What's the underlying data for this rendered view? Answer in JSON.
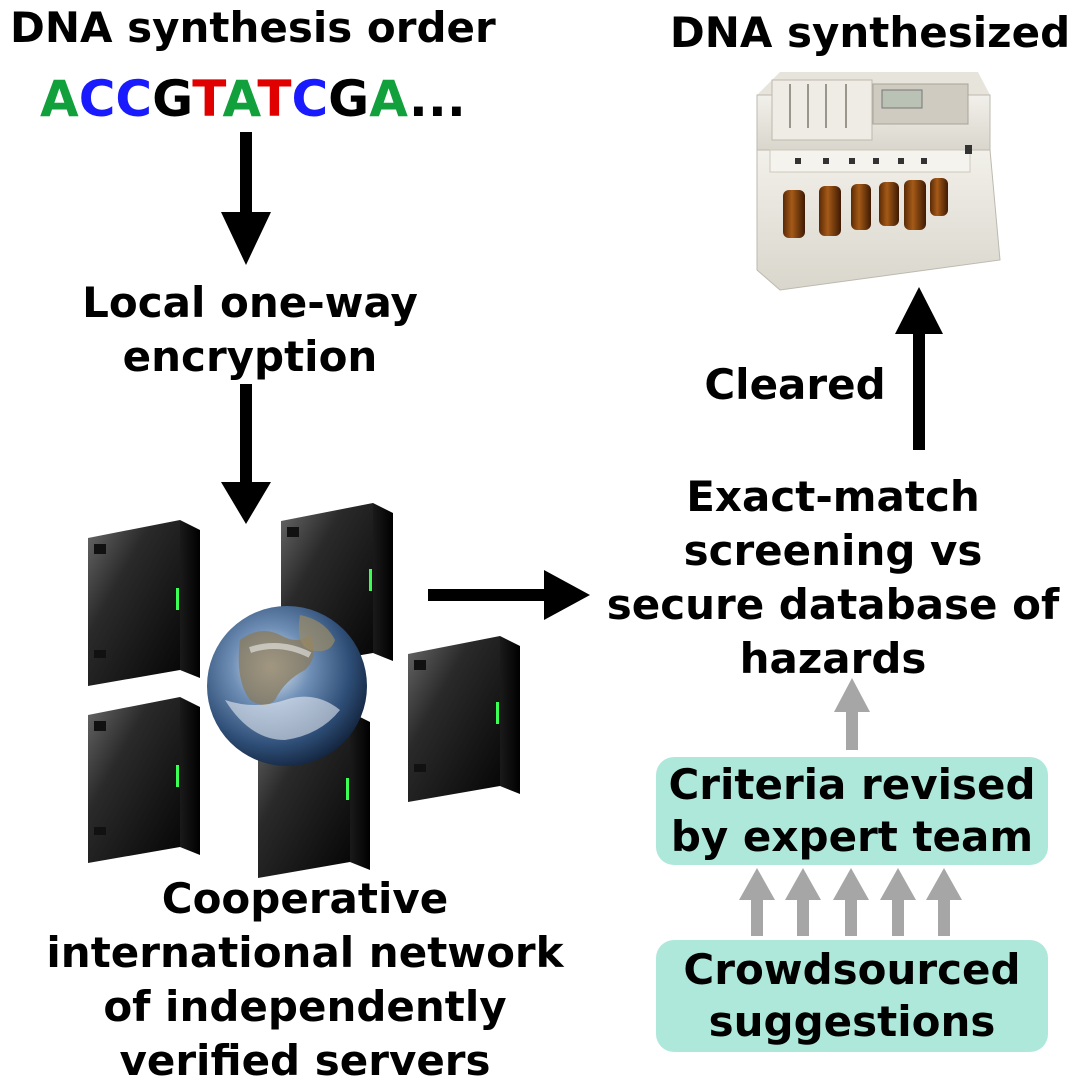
{
  "order_title": "DNA synthesis order",
  "sequence": [
    {
      "base": "A",
      "color": "#12a03c"
    },
    {
      "base": "C",
      "color": "#1a1aff"
    },
    {
      "base": "C",
      "color": "#1a1aff"
    },
    {
      "base": "G",
      "color": "#000000"
    },
    {
      "base": "T",
      "color": "#e00000"
    },
    {
      "base": "A",
      "color": "#12a03c"
    },
    {
      "base": "T",
      "color": "#e00000"
    },
    {
      "base": "C",
      "color": "#1a1aff"
    },
    {
      "base": "G",
      "color": "#000000"
    },
    {
      "base": "A",
      "color": "#12a03c"
    }
  ],
  "sequence_ellipsis": "...",
  "encryption": {
    "line1": "Local one-way",
    "line2": "encryption"
  },
  "network": {
    "line1": "Cooperative",
    "line2": "international network",
    "line3": "of independently",
    "line4": "verified servers"
  },
  "screening": {
    "line1": "Exact-match",
    "line2": "screening vs",
    "line3": "secure database of",
    "line4": "hazards"
  },
  "cleared_label": "Cleared",
  "synthesized_title": "DNA synthesized",
  "criteria_box": {
    "line1": "Criteria revised",
    "line2": "by expert team"
  },
  "crowd_box": {
    "line1": "Crowdsourced",
    "line2": "suggestions"
  },
  "colors": {
    "box_fill": "#aee8da",
    "grey_arrow": "#a6a6a6",
    "black_arrow": "#000000"
  },
  "icons": [
    "server-icon",
    "earth-globe-icon",
    "dna-synthesizer-machine-icon"
  ]
}
